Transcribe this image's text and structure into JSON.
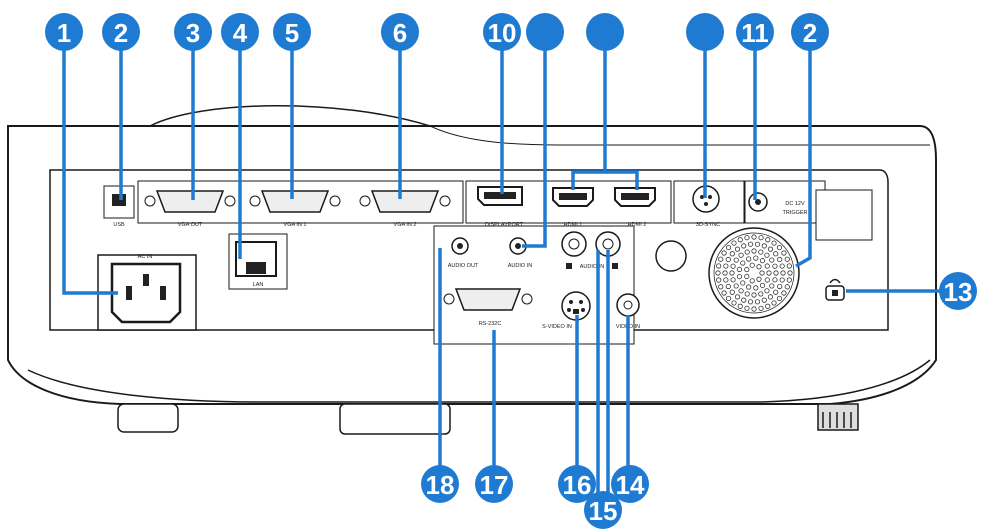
{
  "colors": {
    "callout": "#1f7ad2",
    "callout_text": "#ffffff",
    "leader": "#1f7ad2",
    "outline": "#1a1a1a",
    "body": "#ffffff"
  },
  "port_labels": {
    "usb": "USB",
    "vga_out": "VGA OUT",
    "vga_in_1": "VGA IN 1",
    "vga_in_2": "VGA IN 2",
    "displayport": "DISPLAYPORT",
    "hdmi_1": "HDMI 1",
    "hdmi_2": "HDMI 2",
    "sync_3d": "3D-SYNC",
    "dc12v_line1": "DC 12V",
    "dc12v_line2": "TRIGGER",
    "ac_in": "AC IN",
    "lan": "LAN",
    "audio_out": "AUDIO OUT",
    "audio_in": "AUDIO IN",
    "audio_in_lr": "AUDIO IN",
    "rs232c": "RS-232C",
    "svideo_in": "S-VIDEO IN",
    "video_in": "VIDEO IN"
  },
  "callouts": [
    {
      "id": "c1",
      "label": "1"
    },
    {
      "id": "c2a",
      "label": "2"
    },
    {
      "id": "c3",
      "label": "3"
    },
    {
      "id": "c4",
      "label": "4"
    },
    {
      "id": "c5",
      "label": "5"
    },
    {
      "id": "c6",
      "label": "6"
    },
    {
      "id": "c10",
      "label": "10"
    },
    {
      "id": "c7",
      "label": ""
    },
    {
      "id": "c8",
      "label": ""
    },
    {
      "id": "c9",
      "label": ""
    },
    {
      "id": "c11",
      "label": "11"
    },
    {
      "id": "c2b",
      "label": "2"
    },
    {
      "id": "c13",
      "label": "13"
    },
    {
      "id": "c18",
      "label": "18"
    },
    {
      "id": "c17",
      "label": "17"
    },
    {
      "id": "c16",
      "label": "16"
    },
    {
      "id": "c15",
      "label": "15"
    },
    {
      "id": "c14",
      "label": "14"
    }
  ]
}
